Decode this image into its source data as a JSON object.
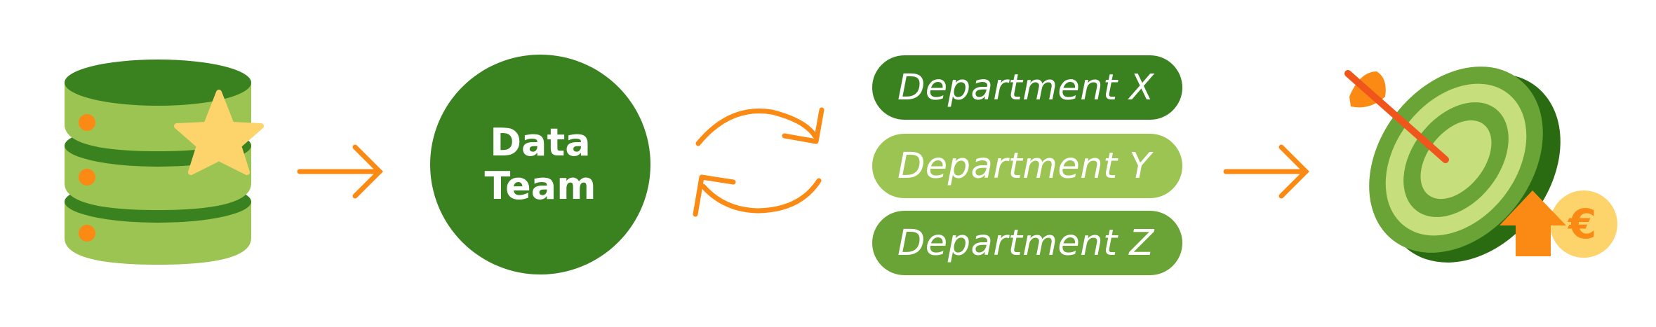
{
  "diagram": {
    "team": {
      "line1": "Data",
      "line2": "Team"
    },
    "departments": [
      {
        "label": "Department X",
        "color": "#3a8220"
      },
      {
        "label": "Department Y",
        "color": "#9bc452"
      },
      {
        "label": "Department Z",
        "color": "#6aa436"
      }
    ],
    "icons": {
      "database": "database-with-star-icon",
      "team": "team-circle",
      "cycle": "refresh-cycle-icon",
      "target": "target-with-arrow-icon",
      "currency": "euro-coin-icon",
      "currency_symbol": "€",
      "growth": "up-arrow-icon"
    },
    "colors": {
      "dark_green": "#3a8220",
      "mid_green": "#6aa436",
      "light_green": "#9bc452",
      "pale_green": "#c6df7c",
      "deep_green": "#2a6b12",
      "orange": "#fb8a15",
      "yellow": "#fdd36b"
    }
  }
}
